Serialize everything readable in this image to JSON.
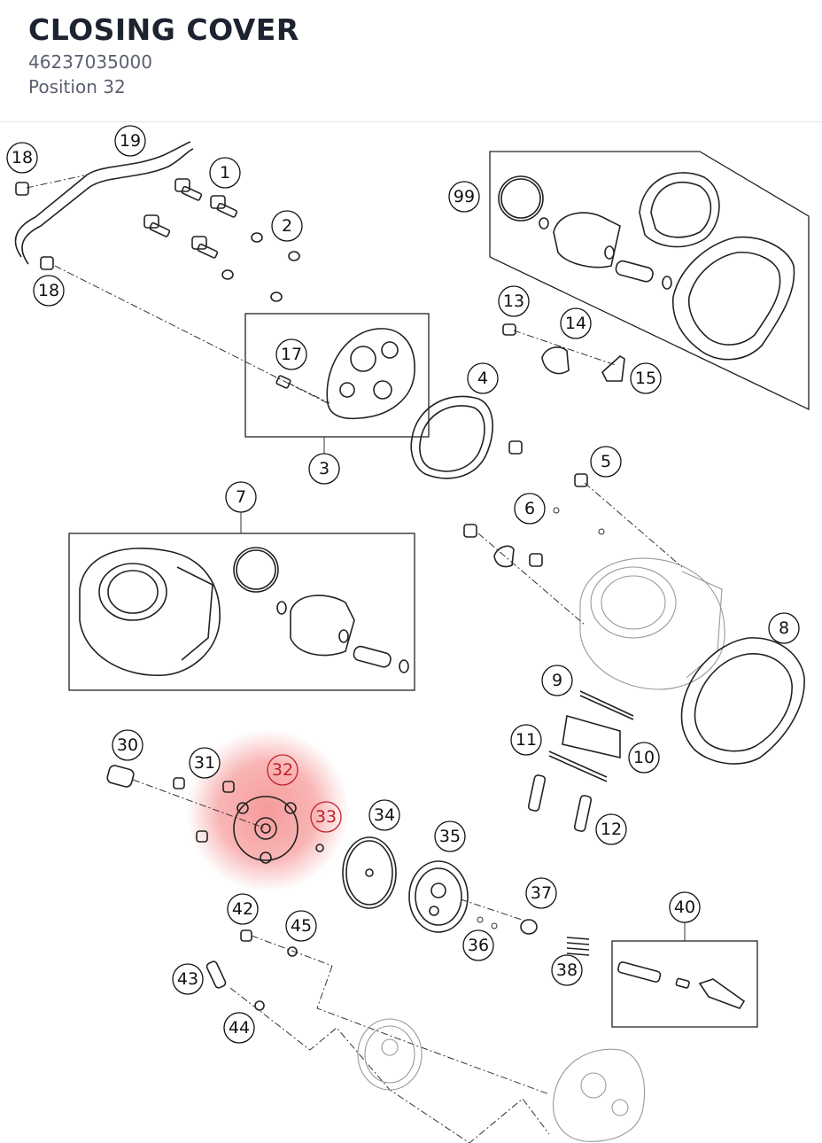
{
  "header": {
    "title": "CLOSING COVER",
    "part_number": "46237035000",
    "position": "Position 32"
  },
  "diagram": {
    "highlight_color": "#f06060",
    "highlighted_callouts": [
      "32",
      "33"
    ],
    "callouts": [
      "1",
      "2",
      "3",
      "4",
      "5",
      "6",
      "7",
      "8",
      "9",
      "10",
      "11",
      "12",
      "13",
      "14",
      "15",
      "17",
      "18",
      "18",
      "19",
      "30",
      "31",
      "32",
      "33",
      "34",
      "35",
      "36",
      "37",
      "38",
      "40",
      "42",
      "43",
      "44",
      "45",
      "99"
    ]
  }
}
